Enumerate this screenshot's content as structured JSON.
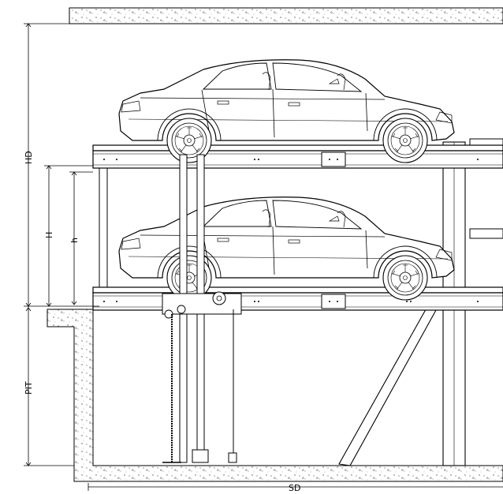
{
  "labels": {
    "hd": "HD",
    "h_upper": "H",
    "h_lower": "h",
    "pit": "PIT",
    "sd": "SD"
  },
  "colors": {
    "line": "#000000",
    "concrete_dot": "#555555",
    "background": "#ffffff"
  }
}
